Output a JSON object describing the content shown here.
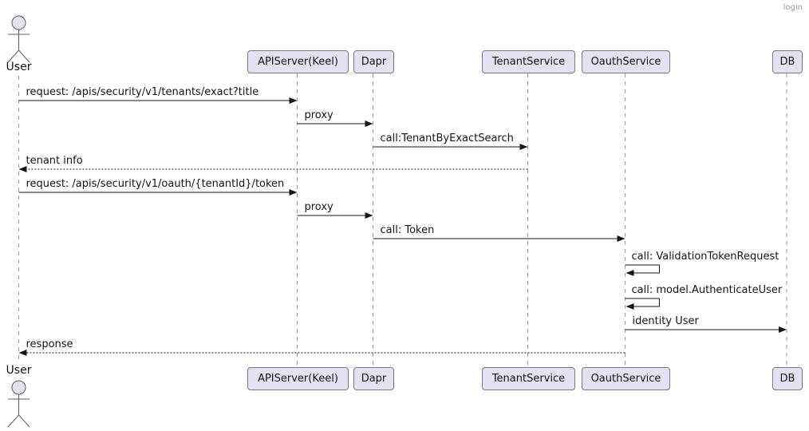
{
  "diagram": {
    "title": "login",
    "participants": [
      {
        "id": "user",
        "label": "User",
        "kind": "actor"
      },
      {
        "id": "apiserver",
        "label": "APIServer(Keel)",
        "kind": "participant"
      },
      {
        "id": "dapr",
        "label": "Dapr",
        "kind": "participant"
      },
      {
        "id": "tenantservice",
        "label": "TenantService",
        "kind": "participant"
      },
      {
        "id": "oauthservice",
        "label": "OauthService",
        "kind": "participant"
      },
      {
        "id": "db",
        "label": "DB",
        "kind": "participant"
      }
    ],
    "messages": [
      {
        "from": "user",
        "to": "apiserver",
        "label": "request: /apis/security/v1/tenants/exact?title",
        "line": "solid"
      },
      {
        "from": "apiserver",
        "to": "dapr",
        "label": "proxy",
        "line": "solid"
      },
      {
        "from": "dapr",
        "to": "tenantservice",
        "label": "call:TenantByExactSearch",
        "line": "solid"
      },
      {
        "from": "tenantservice",
        "to": "user",
        "label": "tenant info",
        "line": "dashed"
      },
      {
        "from": "user",
        "to": "apiserver",
        "label": "request: /apis/security/v1/oauth/{tenantId}/token",
        "line": "solid"
      },
      {
        "from": "apiserver",
        "to": "dapr",
        "label": "proxy",
        "line": "solid"
      },
      {
        "from": "dapr",
        "to": "oauthservice",
        "label": "call: Token",
        "line": "solid"
      },
      {
        "from": "oauthservice",
        "to": "oauthservice",
        "label": "call: ValidationTokenRequest",
        "line": "solid"
      },
      {
        "from": "oauthservice",
        "to": "oauthservice",
        "label": "call: model.AuthenticateUser",
        "line": "solid"
      },
      {
        "from": "oauthservice",
        "to": "db",
        "label": "identity User",
        "line": "solid"
      },
      {
        "from": "oauthservice",
        "to": "user",
        "label": "response",
        "line": "dashed"
      }
    ],
    "colors": {
      "participant_fill": "#E2E2F0",
      "participant_border": "#777788",
      "arrow": "#181818",
      "lifeline": "#999999",
      "title_text": "#999999",
      "text": "#141414"
    }
  }
}
